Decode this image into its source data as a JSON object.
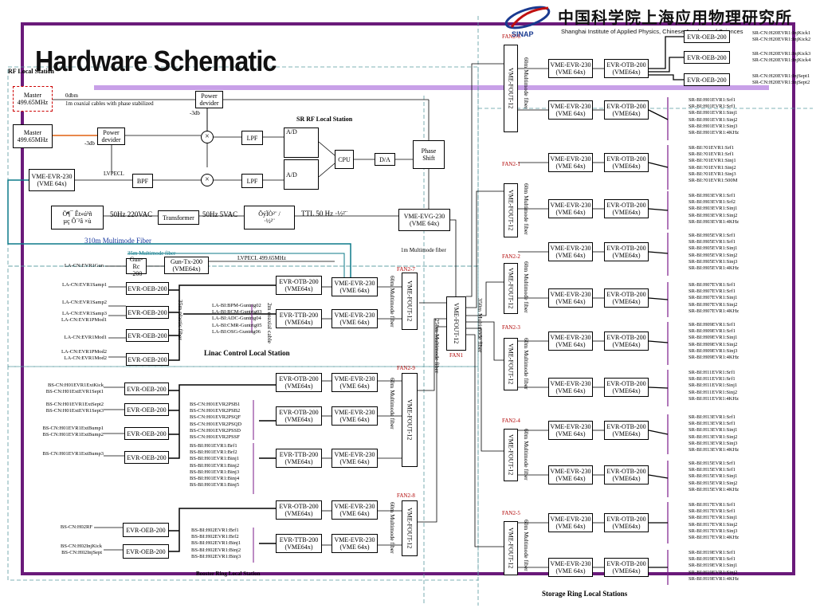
{
  "header": {
    "title": "Hardware Schematic",
    "logo_cn": "中国科学院上海应用物理研究所",
    "logo_en": "Shanghai Institute of Applied Physics, Chinese Academy of Sciences",
    "logo_abbr": "SINAP"
  },
  "rf": {
    "title": "RF Local Station",
    "master1": "Master\n499.65MHz",
    "master2": "Master\n499.65MHz",
    "power_divider": "Power\ndevider",
    "power_divider2": "Power\ndevider",
    "odbm": "0dbm",
    "cable": "1m coaxial cables with  phase stabilized",
    "m3db_a": "-3db",
    "m3db_b": "-3db",
    "vme_evr": "VME-EVR-230\n(VME 64x)",
    "lvpecl": "LVPECL",
    "bpf": "BPF",
    "lpf1": "LPF",
    "lpf2": "LPF",
    "ad1": "A/D",
    "ad2": "A/D",
    "cpu": "CPU",
    "da": "D/A",
    "phase": "Phase\nShift",
    "sr_rf": "SR RF Local Station",
    "garbled1": "Ö¶¯ Êt»ú³ñ\nµç Ô´²â ×ù",
    "hz220": "50Hz 220VAC",
    "transformer": "Transformer",
    "hz5": "50Hz 5VAC",
    "garbled2": "ÕýÏÒ²¨ /\n·½²¨",
    "ttl": "TTL 50 Hz ·½²¨",
    "vme_evg": "VME-EVG-230\n(VME 64x)",
    "fiber310": "310m Multimode Fiber",
    "onem": "1m  Multimode fiber"
  },
  "linac": {
    "title": "Linac Control Local Station",
    "fiber35": "35m  Multimode fiber",
    "gun_rc": "Gun-Rc\n-200",
    "gun_tx": "Gun-Tx-200\n(VME64x)",
    "lvpecl2": "LVPECL 499.65MHz",
    "la_gun": "LA-CN:EVR1Gun",
    "oeb_labels": [
      "LA-CN:EVR1Samp1",
      "LA-CN:EVR1Samp2",
      "LA-CN:EVR1Samp3\nLA-CN:EVR1PMod1",
      "LA-CN:EVR1Mod1",
      "LA-CN:EVR1PMod2\nLA-CN:EVR1Mod2"
    ],
    "oeb": "EVR-OEB-200",
    "plastic": "35m plastic fiber",
    "coax2": "2m coaxial cable",
    "evr_otb": "EVR-OTB-200\n(VME64x)",
    "evr_ttb": "EVR-TTB-200\n(VME64x)",
    "vme_evr": "VME-EVR-230\n(VME 64x)",
    "ttb_sigs": "LA-BI:BPM-Guntrig02\nLA-BI:BCM-Guntrig03\nLA-BI:ADC-Guntrig04\nLA-BI:CMR-Guntrig05\nLA-BI:OSG-Guntrig06",
    "fan": "FAN2-7",
    "fout": "VME-FOUT-12",
    "fiber60": "60m  Multimode fiber"
  },
  "booster": {
    "title": "Booster Ring Local Station",
    "bs_oeb1": "BS-CN:H01EVR1ExtKick\nBS-CN:H01ExtEVR1Sept1",
    "bs_oeb2": "BS-CN:H01EVR1ExtSept2\nBS-CN:H01ExtEVR1Sept3",
    "bs_oeb3": "BS-CN:H01EVR1ExtBump1\nBS-CN:H01EVR1ExtBump2",
    "bs_oeb4": "BS-CN:H01EVR1ExtBump3",
    "bs_oeb5": "BS-CN:H02RF",
    "bs_oeb6": "BS-CN:H02InjKick\nBS-CN:H02InjSept",
    "psb": "BS-CN:H01EVR2PSB1\nBS-CN:H01EVR2PSB2\nBS-CN:H01EVR2PSQF\nBS-CN:H01EVR2PSQD\nBS-CN:H01EVR2PSSD\nBS-CN:H01EVR2PSSF",
    "bi1": "BS-BI:H01EVR1:Brf1\nBS-BI:H01EVR1:Brf2\nBS-BI:H01EVR1:Binj1\nBS-BI:H01EVR1:Binj2\nBS-BI:H01EVR1:Binj3\nBS-BI:H01EVR1:Binj4\nBS-BI:H01EVR1:Binj5",
    "bi2": "BS-BI:H02EVR1:Brf1\nBS-BI:H02EVR1:Brf2\nBS-BI:H02EVR1:Binj1\nBS-BI:H02EVR1:Binj2\nBS-BI:H02EVR1:Binj3",
    "fan9": "FAN2-9",
    "fan8": "FAN2-8",
    "fan1": "FAN1",
    "fiber250": "250m  Multimode fiber",
    "fiber350": "350m Multimode fiber",
    "fiber60": "60m  Multimode fiber"
  },
  "sr": {
    "title": "Storage Ring  Local Stations",
    "fans": [
      "FAN2-6",
      "FAN2-1",
      "FAN2-2",
      "FAN2-3",
      "FAN2-4",
      "FAN2-5"
    ],
    "fout": "VME-FOUT-12",
    "fiber60": "60m  Multimode fiber",
    "vme_evr": "VME-EVR-230\n(VME 64x)",
    "evr_otb": "EVR-OTB-200\n(VME64x)",
    "evr_oeb": "EVR-OEB-200",
    "top_sigs": [
      "SR-CN:H20EVR1:InjKick1\nSR-CN:H20EVR1:InjKick2",
      "SR-CN:H20EVR1:InjKick3\nSR-CN:H20EVR1:InjKick4",
      "SR-CN:H20EVR1:InjSept1\nSR-CN:H20EVR1:InjSept2"
    ],
    "groups": [
      "SR-BI:H01EVR1:Srf1\nSR-BI:H01EVR1:Srf1\nSR-BI:H01EVR1:Sinj1\nSR-BI:H01EVR1:Sinj2\nSR-BI:H01EVR1:Sinj3\nSR-BI:H01EVR1:4KHz",
      "SR-BI:?01EVR1:Srf1\nSR-BI:?01EVR1:Srf1\nSR-BI:?01EVR1:Sinj1\nSR-BI:?01EVR1:Sinj2\nSR-BI:?01EVR1:Sinj3\nSR-BI:?01EVR1:500M",
      "SR-BI:H03EVR1:Srf1\nSR-BI:H03EVR1:Srf2\nSR-BI:H03EVR1:Sinj1\nSR-BI:H03EVR1:Sinj2\nSR-BI:H03EVR1:4KHz",
      "SR-BI:H05EVR1:Srf1\nSR-BI:H05EVR1:Srf1\nSR-BI:H05EVR1:Sinj1\nSR-BI:H05EVR1:Sinj2\nSR-BI:H05EVR1:Sinj3\nSR-BI:H05EVR1:4KHz",
      "SR-BI:H07EVR1:Srf1\nSR-BI:H07EVR1:Srf1\nSR-BI:H07EVR1:Sinj1\nSR-BI:H07EVR1:Sinj2\nSR-BI:H07EVR1:4KHz",
      "SR-BI:H09EVR1:Srf1\nSR-BI:H09EVR1:Srf1\nSR-BI:H09EVR1:Sinj1\nSR-BI:H09EVR1:Sinj2\nSR-BI:H09EVR1:Sinj3\nSR-BI:H09EVR1:4KHz",
      "SR-BI:H11EVR1:Srf1\nSR-BI:H11EVR1:Srf1\nSR-BI:H11EVR1:Sinj1\nSR-BI:H11EVR1:Sinj2\nSR-BI:H11EVR1:4KHz",
      "SR-BI:H13EVR1:Srf1\nSR-BI:H13EVR1:Srf1\nSR-BI:H13EVR1:Sinj1\nSR-BI:H13EVR1:Sinj2\nSR-BI:H13EVR1:Sinj3\nSR-BI:H13EVR1:4KHz",
      "SR-BI:H15EVR1:Srf1\nSR-BI:H15EVR1:Srf1\nSR-BI:H15EVR1:Sinj1\nSR-BI:H15EVR1:Sinj2\nSR-BI:H15EVR1:4KHz",
      "SR-BI:H17EVR1:Srf1\nSR-BI:H17EVR1:Srf1\nSR-BI:H17EVR1:Sinj1\nSR-BI:H17EVR1:Sinj2\nSR-BI:H17EVR1:Sinj3\nSR-BI:H17EVR1:4KHz",
      "SR-BI:H19EVR1:Srf1\nSR-BI:H19EVR1:Srf1\nSR-BI:H19EVR1:Sinj1\nSR-BI:H19EVR1:Sinj2\nSR-BI:H19EVR1:4KHz"
    ]
  },
  "colors": {
    "frame": "#6a1a7a",
    "accent": "#c8a0e8",
    "fiber": "#0d7a8a",
    "purple_tick": "#7a1a8a",
    "fan": "#b00000"
  }
}
